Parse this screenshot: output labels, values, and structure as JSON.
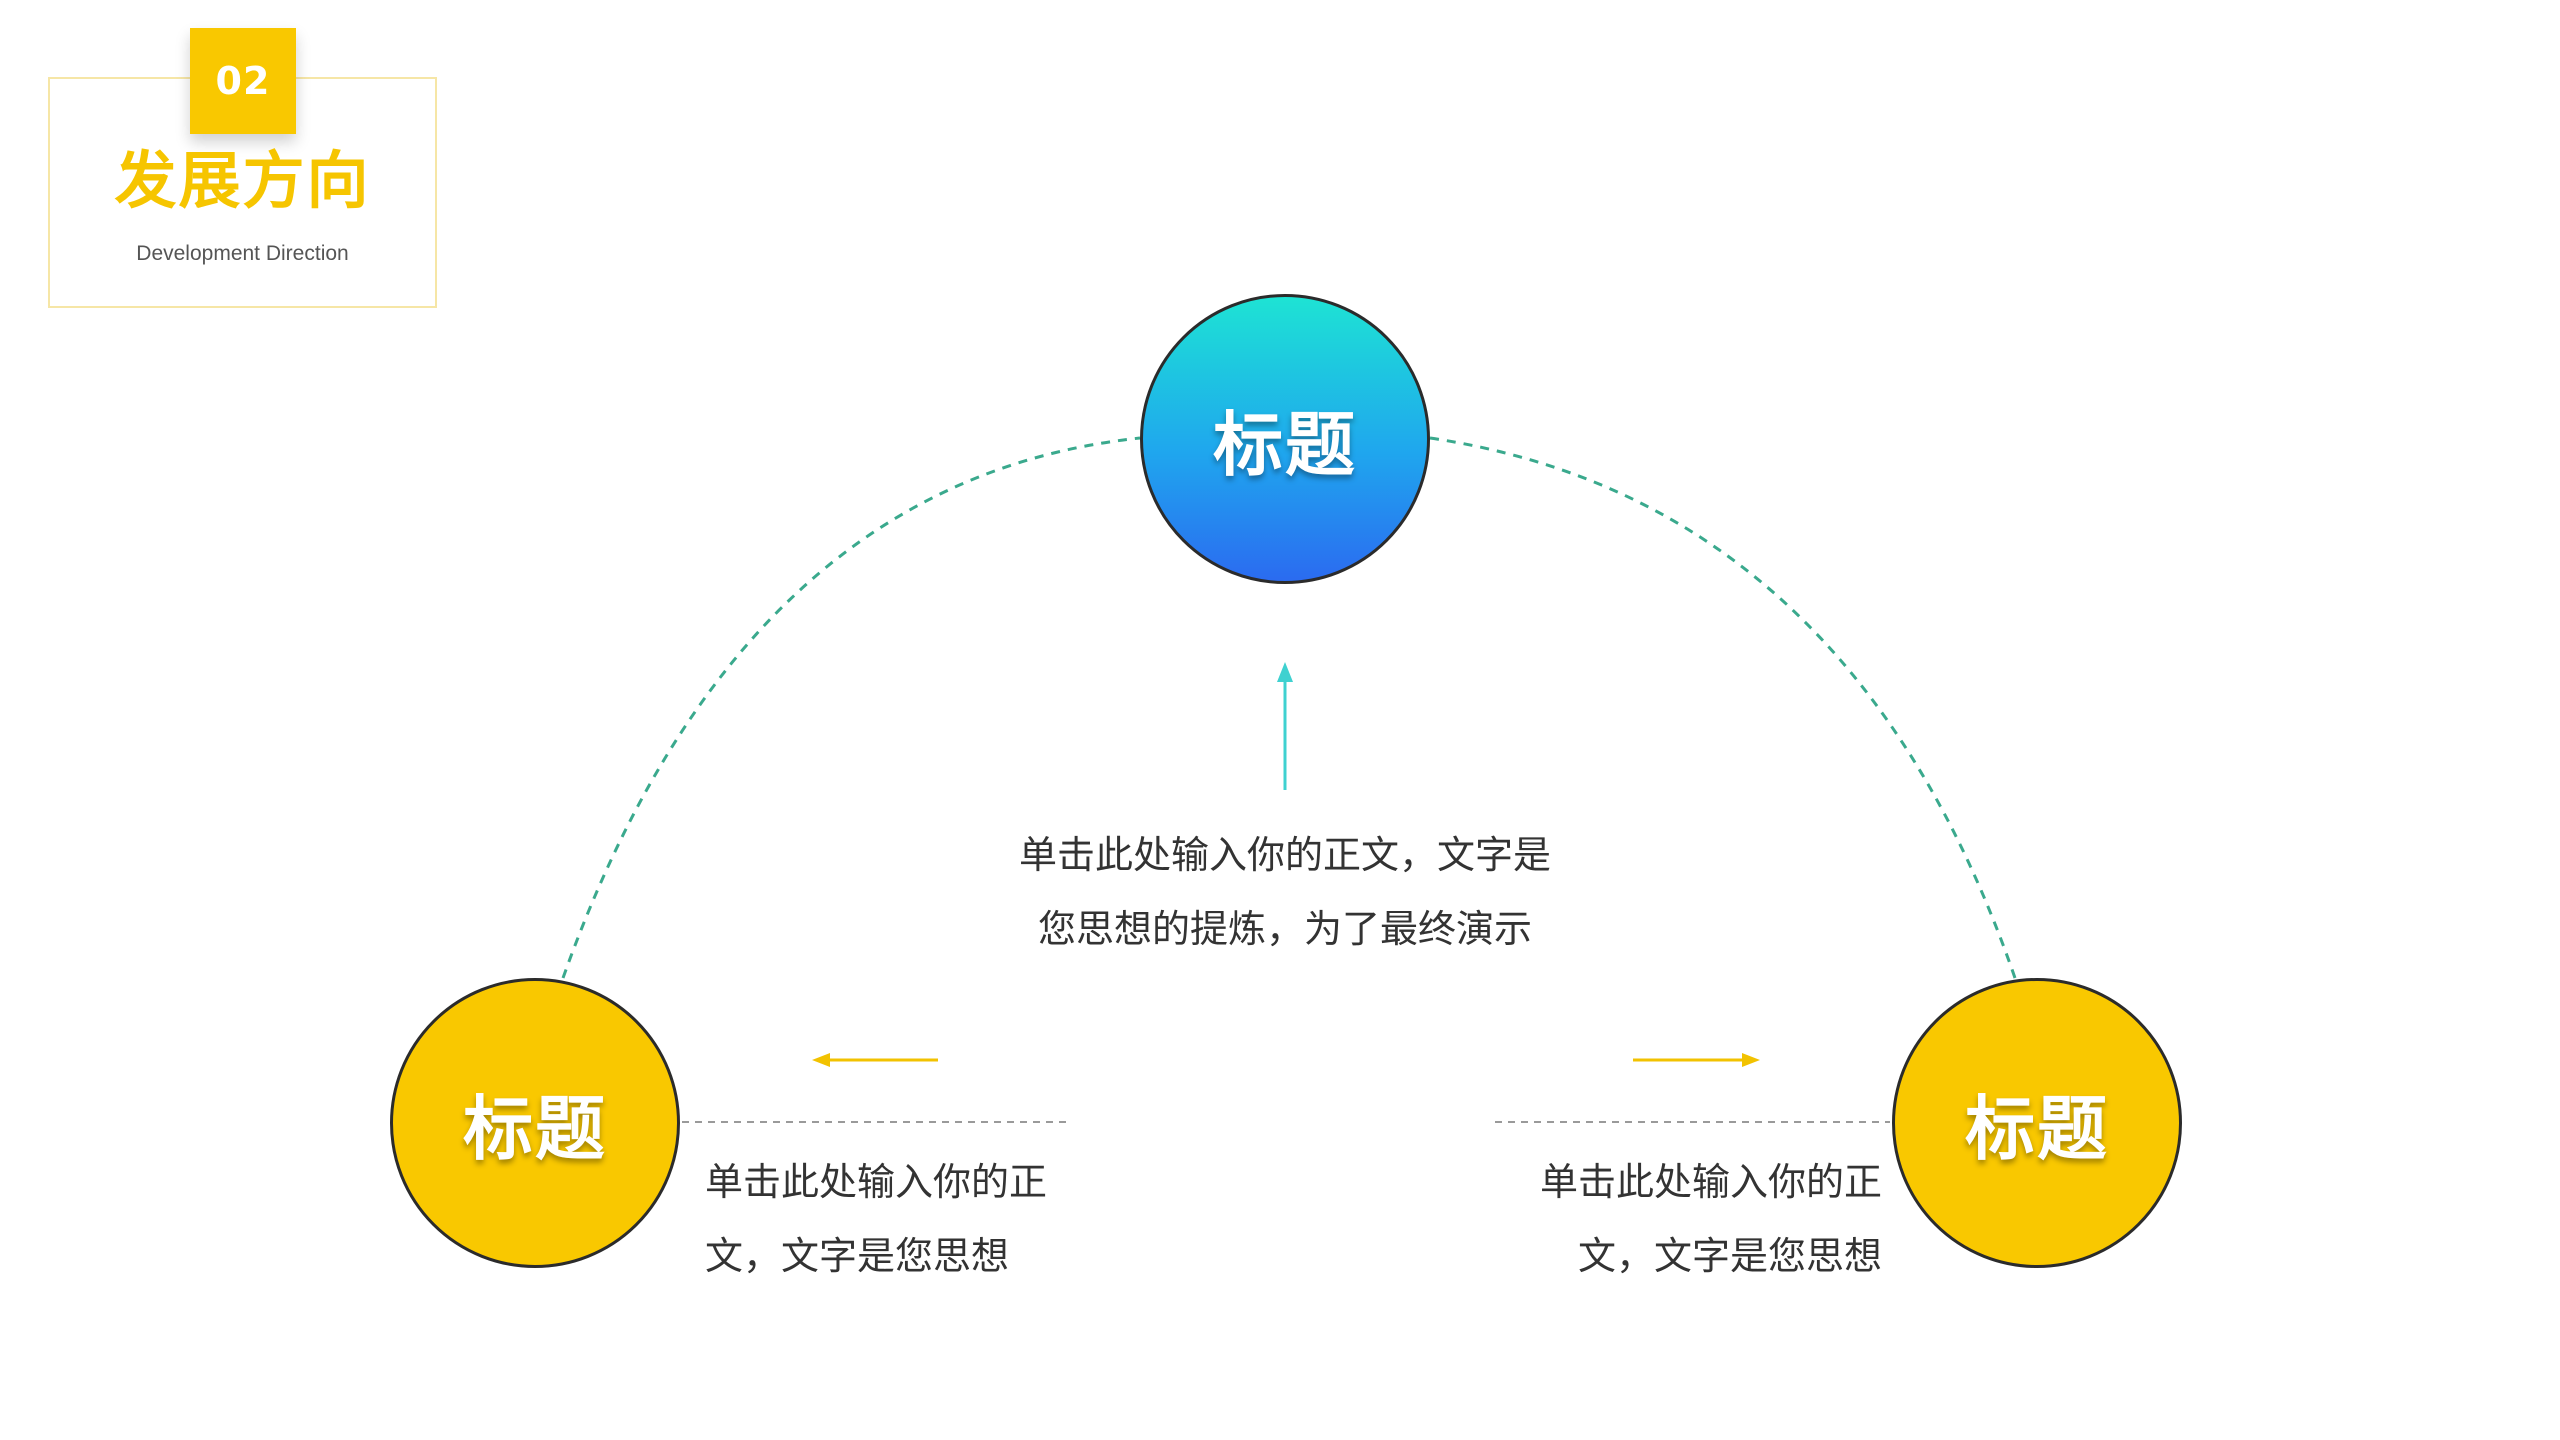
{
  "header": {
    "badge_number": "02",
    "title": "发展方向",
    "subtitle": "Development Direction"
  },
  "nodes": {
    "top": {
      "label": "标题"
    },
    "left": {
      "label": "标题"
    },
    "right": {
      "label": "标题"
    }
  },
  "texts": {
    "center": {
      "line1": "单击此处输入你的正文，文字是",
      "line2": "您思想的提炼，为了最终演示"
    },
    "left": {
      "line1": "单击此处输入你的正",
      "line2": "文，文字是您思想"
    },
    "right": {
      "line1": "单击此处输入你的正",
      "line2": "文，文字是您思想"
    }
  },
  "colors": {
    "accent_yellow": "#f9c800",
    "gradient_top": "#1ee3d4",
    "gradient_bottom": "#2b6bf0",
    "arc_dash": "#3aa98d",
    "arrow_teal": "#3fd1d0",
    "arrow_yellow": "#f2c200",
    "dashed_gray": "#9a9a9a"
  }
}
